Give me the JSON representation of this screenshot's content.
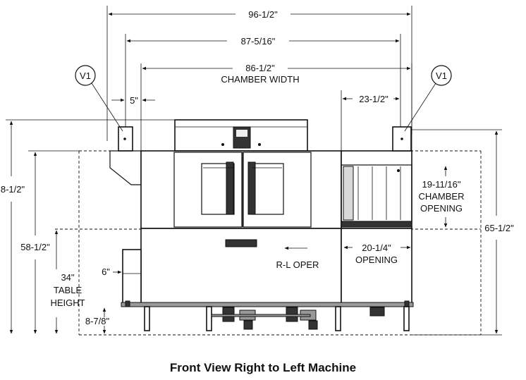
{
  "dimensions": {
    "overall_width": "96-1/2\"",
    "width_87": "87-5/16\"",
    "chamber_width_value": "86-1/2\"",
    "chamber_width_label": "CHAMBER WIDTH",
    "offset_5": "5\"",
    "width_23": "23-1/2\"",
    "height_left": "8-1/2\"",
    "height_58": "58-1/2\"",
    "table_height_value": "34\"",
    "table_height_label_1": "TABLE",
    "table_height_label_2": "HEIGHT",
    "offset_6": "6\"",
    "leg_height": "8-7/8\"",
    "chamber_opening_value": "19-11/16\"",
    "chamber_opening_label_1": "CHAMBER",
    "chamber_opening_label_2": "OPENING",
    "opening_width_value": "20-1/4\"",
    "opening_width_label": "OPENING",
    "height_right": "65-1/2\""
  },
  "vent_label_left": "V1",
  "vent_label_right": "V1",
  "operation_label": "R-L OPER",
  "caption": "Front View Right to Left Machine"
}
